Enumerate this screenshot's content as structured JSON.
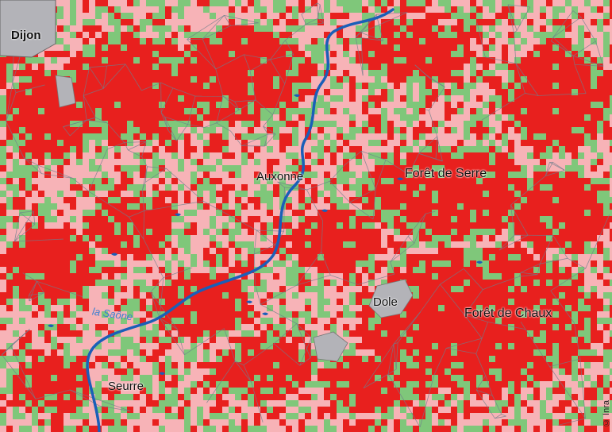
{
  "map": {
    "colors": {
      "forest": "#e8201e",
      "grassland": "#f7b3b7",
      "cropland": "#7fc77a",
      "urban": "#b3b3b8",
      "river": "#1a5fb8",
      "parcel_line": "#6e7e8c"
    },
    "places": [
      {
        "name": "Dijon"
      },
      {
        "name": "Auxonne"
      },
      {
        "name": "Forêt de Serre"
      },
      {
        "name": "Dole"
      },
      {
        "name": "Forêt de Chaux"
      },
      {
        "name": "Seurre"
      }
    ],
    "river_label": "la Saône",
    "credit": "© Inra"
  }
}
